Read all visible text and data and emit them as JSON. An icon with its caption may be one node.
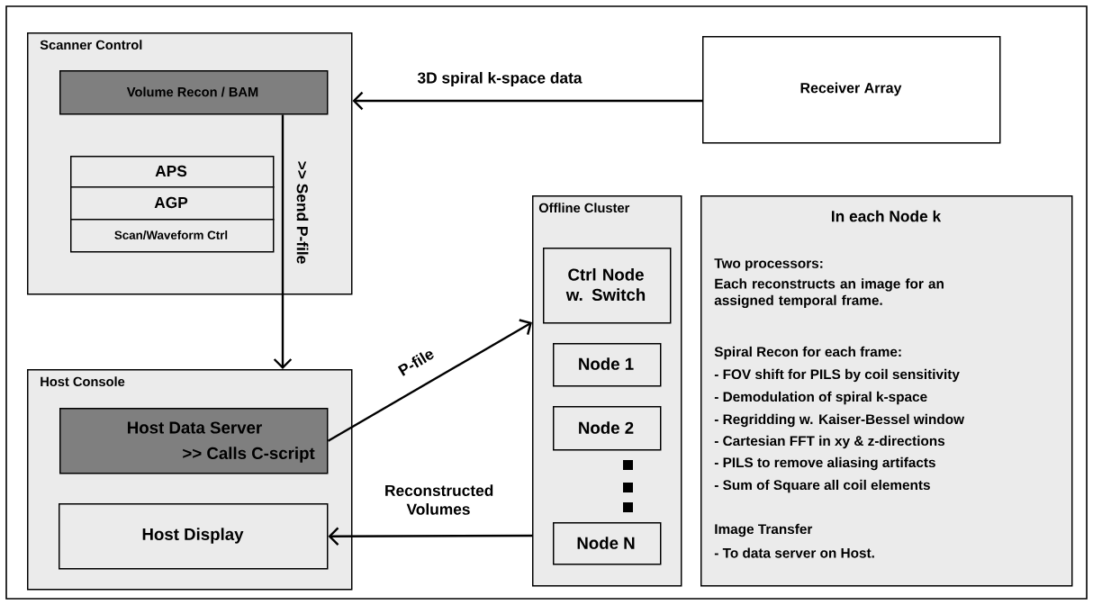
{
  "diagram": {
    "nodes": [
      {
        "text": [
          "Scanner Control"
        ]
      },
      {
        "text": [
          "Volume Recon / BAM"
        ],
        "in": 0
      },
      {
        "text": [
          "APS"
        ],
        "in": 0
      },
      {
        "text": [
          "AGP"
        ],
        "in": 0
      },
      {
        "text": [
          "Scan/Waveform Ctrl"
        ],
        "in": 0
      },
      {
        "text": [
          "Receiver Array"
        ]
      },
      {
        "text": [
          "Host Console"
        ]
      },
      {
        "text": [
          "Host Data Server",
          ">> Calls C-script"
        ],
        "in": 6
      },
      {
        "text": [
          "Host Display"
        ],
        "in": 6
      },
      {
        "text": [
          "Offline Cluster"
        ]
      },
      {
        "text": [
          "Ctrl Node w. Switch"
        ],
        "in": 9
      },
      {
        "text": [
          "Node 1"
        ],
        "in": 9
      },
      {
        "text": [
          "Node 2"
        ],
        "in": 9
      },
      {
        "text": [
          "Node N"
        ],
        "in": 9
      },
      {
        "text": [
          "In each Node k",
          "Two processors:",
          "Each reconstructs an image for an assigned temporal frame.",
          "Spiral Recon for each frame:",
          "- FOV shift for PILS by coil sensitivity",
          "- Demodulation of spiral k-space",
          "- Regridding w. Kaiser-Bessel window",
          "- Cartesian FFT in xy & z-directions",
          "- PILS to remove aliasing artifacts",
          "- Sum of Square all coil elements",
          "Image Transfer",
          "- To data server on Host."
        ]
      }
    ],
    "edges": [
      {
        "from": 5,
        "to": 0,
        "arrow": "to",
        "label": "3D spiral k-space data"
      },
      {
        "from": 1,
        "to": 6,
        "arrow": "to",
        "label": ">> Send P-file"
      },
      {
        "from": 7,
        "to": 9,
        "arrow": "to",
        "label": "P-file"
      },
      {
        "from": 9,
        "to": 8,
        "arrow": "to",
        "label": "Reconstructed Volumes"
      }
    ]
  }
}
